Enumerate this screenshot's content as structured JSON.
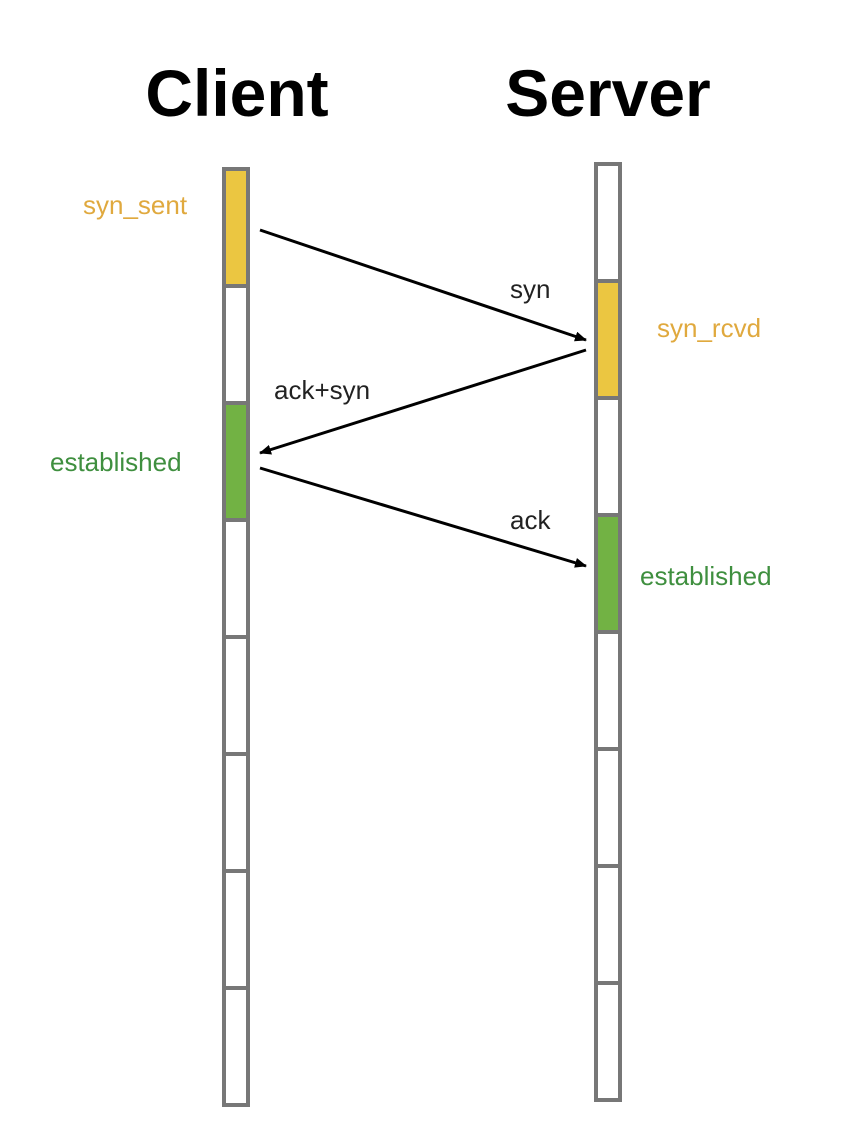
{
  "titles": {
    "client": "Client",
    "server": "Server"
  },
  "colors": {
    "yellow": "#EBC641",
    "green": "#72B244",
    "white": "#FFFFFF",
    "segment_border": "#777777",
    "yellow_text": "#E0A93E",
    "green_text": "#3F8F3F",
    "arrow": "#000000"
  },
  "timelines": {
    "client": {
      "segments": [
        "yellow",
        "white",
        "green",
        "white",
        "white",
        "white",
        "white",
        "white"
      ]
    },
    "server": {
      "segments": [
        "white",
        "yellow",
        "white",
        "green",
        "white",
        "white",
        "white",
        "white"
      ]
    }
  },
  "states": {
    "client_syn_sent": "syn_sent",
    "server_syn_rcvd": "syn_rcvd",
    "client_established": "established",
    "server_established": "established"
  },
  "messages": {
    "syn": "syn",
    "ack_syn": "ack+syn",
    "ack": "ack"
  }
}
